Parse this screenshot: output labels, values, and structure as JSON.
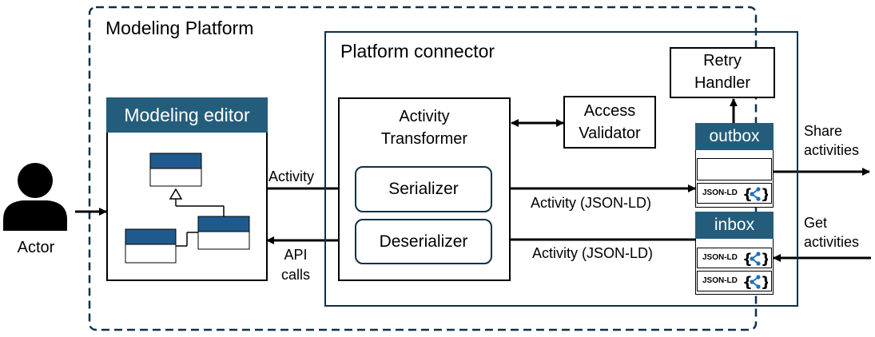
{
  "platform": {
    "title": "Modeling Platform"
  },
  "connector": {
    "title": "Platform connector"
  },
  "actor": {
    "label": "Actor",
    "icon": "person-icon"
  },
  "editor": {
    "title": "Modeling editor"
  },
  "transformer": {
    "title_line1": "Activity",
    "title_line2": "Transformer"
  },
  "serializer": {
    "label": "Serializer"
  },
  "deserializer": {
    "label": "Deserializer"
  },
  "access_validator": {
    "line1": "Access",
    "line2": "Validator"
  },
  "retry_handler": {
    "line1": "Retry",
    "line2": "Handler"
  },
  "outbox": {
    "title": "outbox",
    "item_label": "JSON-LD"
  },
  "inbox": {
    "title": "inbox",
    "item_label": "JSON-LD"
  },
  "edges": {
    "activity": "Activity",
    "api_line1": "API",
    "api_line2": "calls",
    "activity_jsonld_out": "Activity (JSON-LD)",
    "activity_jsonld_in": "Activity (JSON-LD)",
    "share_line1": "Share",
    "share_line2": "activities",
    "get_line1": "Get",
    "get_line2": "activities"
  },
  "colors": {
    "header_blue": "#245d7c",
    "uml_blue": "#1f5a8e",
    "border_dark": "#0d3147"
  }
}
